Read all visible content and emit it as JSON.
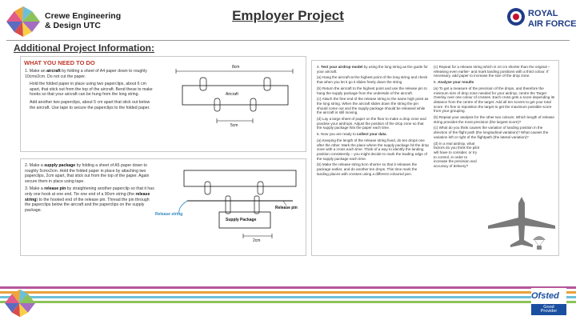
{
  "header": {
    "logo_line1": "Crewe Engineering",
    "logo_line2": "& Design UTC",
    "title": "Employer Project",
    "raf_line1": "ROYAL",
    "raf_line2": "AIR FORCE"
  },
  "subheading": "Additional Project Information:",
  "panel1": {
    "heading": "WHAT YOU NEED TO DO",
    "item1_lead": "1.  Make an ",
    "item1_bold": "aircraft",
    "item1_rest": " by folding a sheet of A4 paper down to roughly 10cmx2cm. Do not cut the paper.",
    "para2": "Hold the folded paper in place using two paperclips, about 6 cm apart, that stick out from the top of the aircraft. Bend these to make hooks so that your aircraft can be hung from the long string.",
    "para3": "Add another two paperclips, about 5 cm apart that stick out below the aircraft. Use tape to secure the paperclips to the folded paper.",
    "dim_top": "8cm",
    "aircraft_label": "Aircraft",
    "dim_bottom": "5cm"
  },
  "panel2": {
    "item2_lead": "2.  Make a ",
    "item2_bold": "supply package",
    "item2_rest": " by folding a sheet of A5 paper down to roughly 5cmx2cm. Hold the folded paper in place by attaching two paperclips, 2cm apart, that stick out from the top of the paper. Again secure them in place using tape.",
    "item3_lead": "3.  Make a ",
    "item3_bold": "release pin",
    "item3_rest1": " by straightening another paperclip so that it has only one hook at one end. Tie one end of a 90cm string (the ",
    "item3_bold2": "release string",
    "item3_rest2": ") to the hooked end of the release pin. Thread the pin through the paperclips below the aircraft and the paperclips on the supply package.",
    "release_string_label": "Release string",
    "release_pin_label": "Release pin",
    "supply_package_label": "Supply Package",
    "dim_label": "2cm"
  },
  "panel3": {
    "s4_lead": "4.  ",
    "s4_bold": "Test your airdrop model",
    "s4_rest": " by using the long string as the guide for your aircraft.",
    "s4a": "(a)  Hang the aircraft at the highest point of the long string and check that when you let it go it slides freely down the string.",
    "s4b": "(b)  Return the aircraft to the highest point and use the release pin to hang the supply package from the underside of the aircraft.",
    "s4c": "(c)  Attach the free end of the release string to the same high point as the long string. When the aircraft slides down the string the pin should come out and the supply package should be released while the aircraft is still moving.",
    "s4d": "(d)  Lay a large sheet of paper on the floor to make a drop zone and practise your airdrops. Adjust the position of the drop zone so that the supply package hits the paper each time.",
    "s5_lead": "5.  Now you are ready to ",
    "s5_bold": "collect your data",
    "s5_end": ".",
    "s5a": "(a)  Keeping the length of the release string fixed, do ten drops one after the other.  Mark the place where the supply package hit the drop zone with a cross each time. Think of a way to identify the landing position consistently – you might decide to mark the leading edge of the supply package each time.",
    "s5b": "(b)  Make the release string 5cm shorter so that it releases the package earlier, and do another ten drops. This time mark the landing places with crosses using a different coloured pen.",
    "s5c": "(c)  Repeat for a release string which is 10 cm shorter than the original – releasing even earlier- and mark landing positions with a third colour. If necessary, add paper to increase the size of the drop zone.",
    "s6_lead": "6.  ",
    "s6_bold": "Analyse your results",
    "s6a": "(a)  To get a measure of the precision of the drops, and therefore the minimum size of drop zone needed for your airdrop, centre the Target Overlay over one colour of crosses. Each cross gets a score depending its distance from the centre of the target. Add all ten scores to get your total score. It's fine to reposition the target to get the maximum possible score from your grouping.",
    "s6b": "(b)  Repeat your analysis for the other two colours. Which length of release string provides the most precision (the largest score)?",
    "s6c": "(c)  What do you think causes the variation of landing position in the direction of the flight path (the longitudinal variation)? What causes the variation left or right of the flightpath (the lateral variation)?",
    "s6d": "(d)  In a real airdrop, what factors do you think the pilot will have to consider, or try to control, in order to increase the precision and accuracy of delivery?"
  },
  "footer": {
    "ofsted_word": "Ofsted",
    "ofsted_line1": "Good",
    "ofsted_line2": "Provider"
  },
  "colors": {
    "stripe1": "#b5569a",
    "stripe2": "#e8a23a",
    "stripe3": "#6cc0d8",
    "stripe4": "#8dc25a",
    "heading_red": "#c0392b",
    "raf_blue": "#1f3c88",
    "ofsted_blue": "#1a4fa0"
  }
}
